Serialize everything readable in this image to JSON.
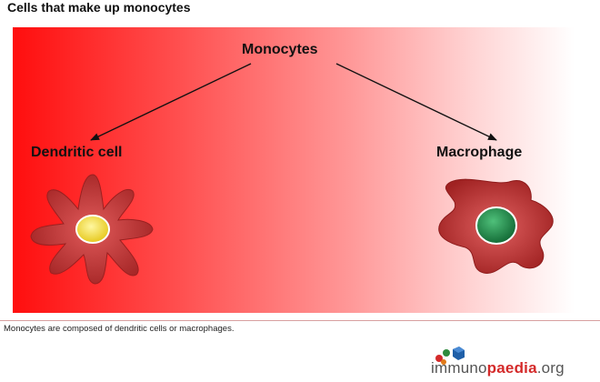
{
  "title": "Cells that make up monocytes",
  "diagram": {
    "root": "Monocytes",
    "children": [
      "Dendritic cell",
      "Macrophage"
    ],
    "colors": {
      "background_left": "#ff0e0e",
      "background_right": "#ffffff",
      "dendritic_body": "#c03434",
      "dendritic_nucleus": "#f5e22a",
      "macrophage_body": "#b52a2a",
      "macrophage_nucleus": "#1f8a4a"
    },
    "icons": [
      "dendritic-cell-icon",
      "macrophage-icon"
    ]
  },
  "caption": "Monocytes are composed of dendritic cells or macrophages.",
  "logo": {
    "part1": "immuno",
    "part2": "paedia",
    "part3": ".org",
    "icon": "molecule-icon"
  }
}
